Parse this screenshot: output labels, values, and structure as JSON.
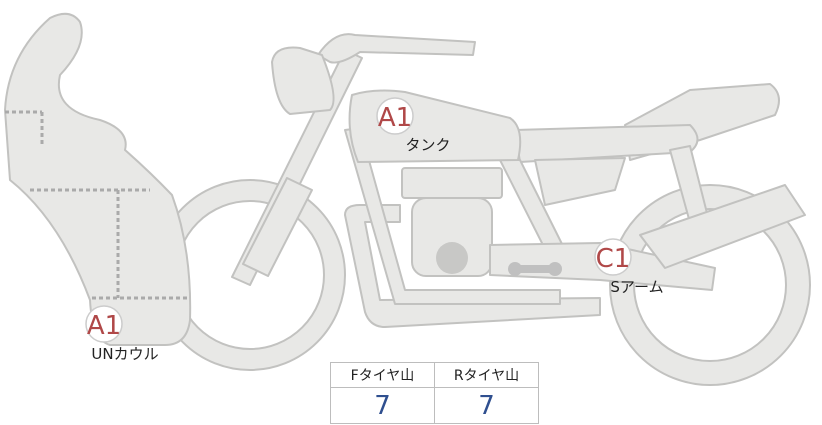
{
  "colors": {
    "body_fill": "#e8e8e6",
    "body_stroke": "#c2c2c0",
    "dotted_line": "#aaaaaa",
    "badge_text": "#b04848",
    "badge_ring": "#cccccc",
    "value_text": "#2f4f8f",
    "table_border": "#bdbdbd"
  },
  "markers": [
    {
      "code": "A1",
      "label": "タンク"
    },
    {
      "code": "C1",
      "label": "Sアーム"
    },
    {
      "code": "A1",
      "label": "UNカウル"
    }
  ],
  "tire_table": {
    "headers": [
      "Fタイヤ山",
      "Rタイヤ山"
    ],
    "values": [
      "7",
      "7"
    ]
  }
}
